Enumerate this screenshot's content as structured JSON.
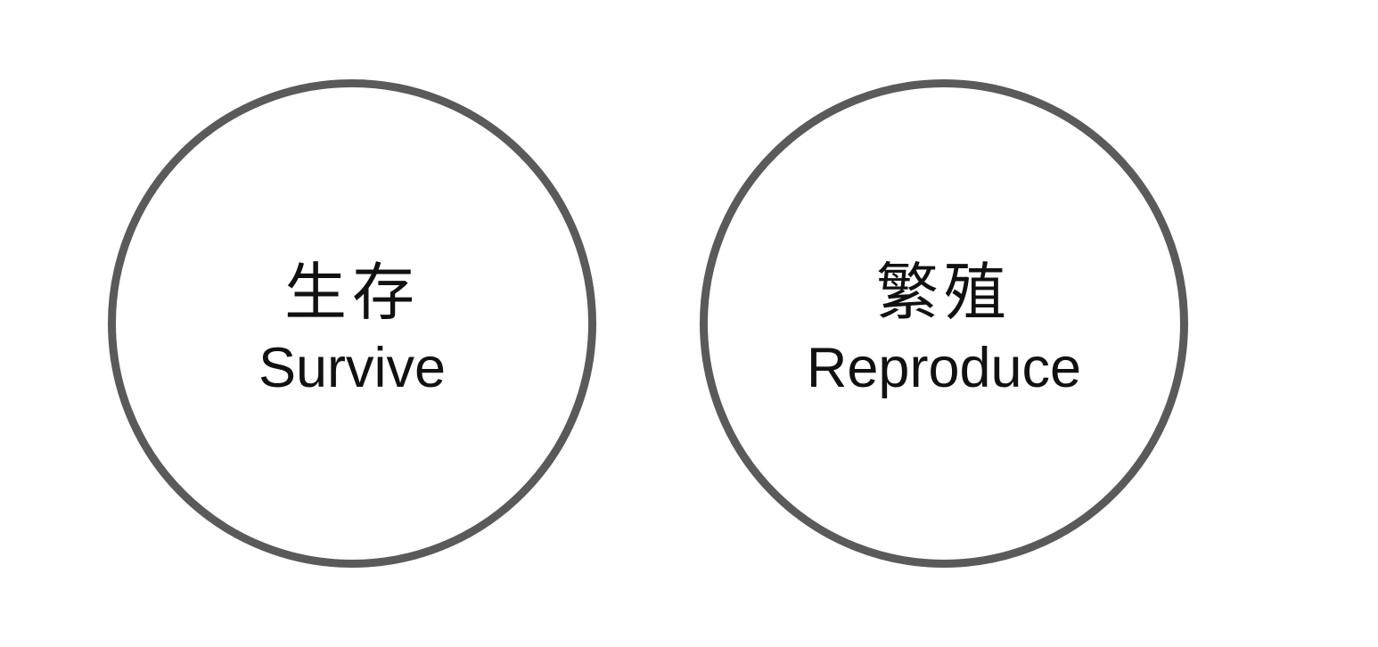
{
  "diagram": {
    "circles": [
      {
        "chinese": "生存",
        "english": "Survive"
      },
      {
        "chinese": "繁殖",
        "english": "Reproduce"
      }
    ]
  },
  "colors": {
    "circle_stroke": "#5a5a5a",
    "text": "#111111",
    "background": "#ffffff"
  }
}
